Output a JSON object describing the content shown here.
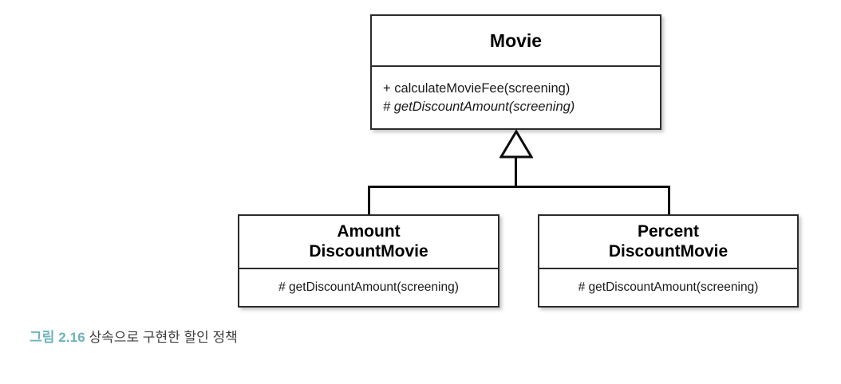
{
  "diagram": {
    "type": "uml-class-diagram",
    "relationship": "generalization",
    "classes": [
      {
        "id": "movie",
        "name": "Movie",
        "name_lines": [
          "Movie"
        ],
        "stereotype": "abstract",
        "members": [
          {
            "text": "+ calculateMovieFee(screening)",
            "visibility": "public",
            "abstract": false
          },
          {
            "text": "# getDiscountAmount(screening)",
            "visibility": "protected",
            "abstract": true
          }
        ]
      },
      {
        "id": "amount-discount-movie",
        "name": "AmountDiscountMovie",
        "name_lines": [
          "Amount",
          "DiscountMovie"
        ],
        "stereotype": "concrete",
        "members": [
          {
            "text": "# getDiscountAmount(screening)",
            "visibility": "protected",
            "abstract": false
          }
        ]
      },
      {
        "id": "percent-discount-movie",
        "name": "PercentDiscountMovie",
        "name_lines": [
          "Percent",
          "DiscountMovie"
        ],
        "stereotype": "concrete",
        "members": [
          {
            "text": "# getDiscountAmount(screening)",
            "visibility": "protected",
            "abstract": false
          }
        ]
      }
    ],
    "edges": [
      {
        "from": "amount-discount-movie",
        "to": "movie",
        "kind": "generalization"
      },
      {
        "from": "percent-discount-movie",
        "to": "movie",
        "kind": "generalization"
      }
    ]
  },
  "caption": {
    "number": "그림 2.16",
    "text": " 상속으로 구현한 할인 정책",
    "number_color": "#6FB3B8",
    "text_color": "#3D3D3D"
  },
  "colors": {
    "background": "#FFFFFF",
    "box_border": "#2B2B2B",
    "box_fill": "#FFFFFF",
    "edge": "#0B0B0B",
    "text": "#1A1A1A",
    "accent": "#6FB3B8"
  }
}
